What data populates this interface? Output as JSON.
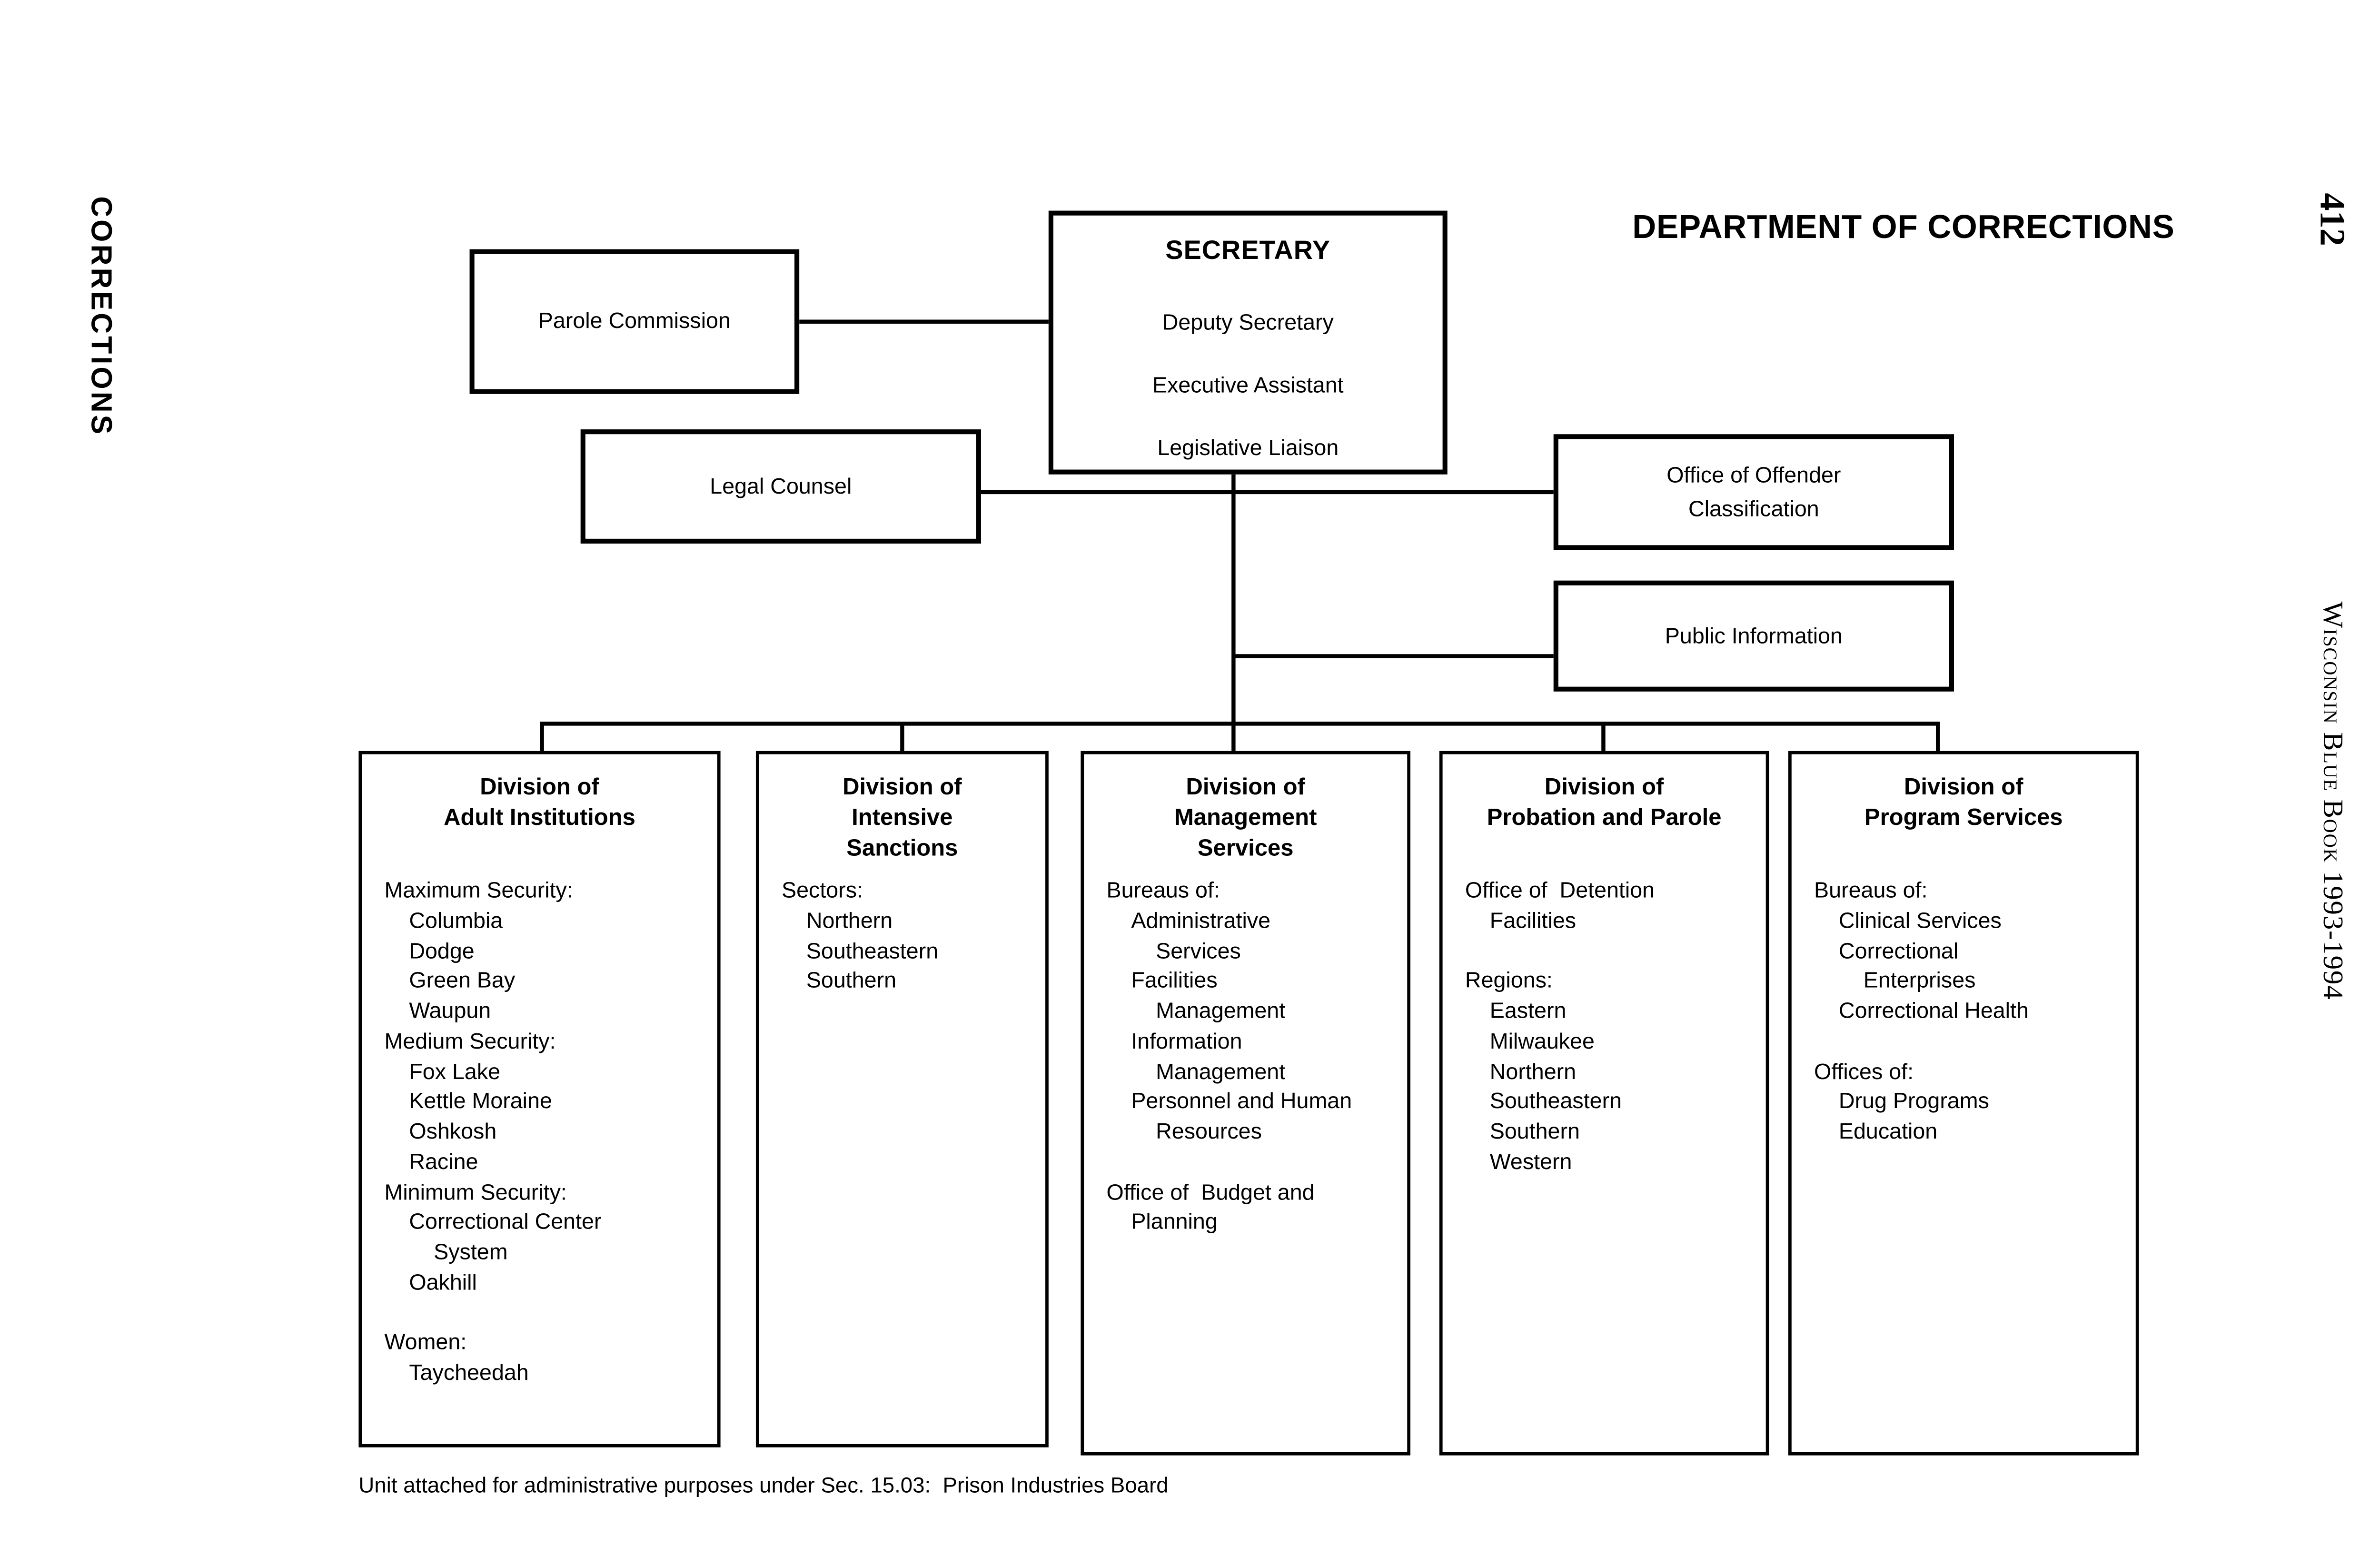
{
  "page": {
    "margin_left_label": "CORRECTIONS",
    "page_number": "412",
    "margin_right_label": "Wisconsin Blue Book 1993-1994",
    "title": "DEPARTMENT OF CORRECTIONS",
    "footnote": "Unit attached for administrative purposes under Sec. 15.03:  Prison Industries Board"
  },
  "colors": {
    "ink": "#000000",
    "paper": "#ffffff"
  },
  "secretary": {
    "title": "SECRETARY",
    "staff": [
      "Deputy Secretary",
      "Executive Assistant",
      "Legislative Liaison"
    ]
  },
  "offices": {
    "parole_commission": "Parole Commission",
    "legal_counsel": "Legal Counsel",
    "offender_classification": "Office of Offender\nClassification",
    "public_information": "Public Information"
  },
  "divisions": [
    {
      "title": "Division of\nAdult Institutions",
      "items": [
        "Maximum Security:",
        "    Columbia",
        "    Dodge",
        "    Green Bay",
        "    Waupun",
        "Medium Security:",
        "    Fox Lake",
        "    Kettle Moraine",
        "    Oshkosh",
        "    Racine",
        "Minimum Security:",
        "    Correctional Center",
        "        System",
        "    Oakhill",
        "",
        "Women:",
        "    Taycheedah"
      ]
    },
    {
      "title": "Division of\nIntensive\nSanctions",
      "items": [
        "Sectors:",
        "    Northern",
        "    Southeastern",
        "    Southern"
      ]
    },
    {
      "title": "Division of\nManagement\nServices",
      "items": [
        "Bureaus of:",
        "    Administrative",
        "        Services",
        "    Facilities",
        "        Management",
        "    Information",
        "        Management",
        "    Personnel and Human",
        "        Resources",
        "",
        "Office of  Budget and",
        "    Planning"
      ]
    },
    {
      "title": "Division of\nProbation and Parole",
      "items": [
        "Office of  Detention",
        "    Facilities",
        "",
        "Regions:",
        "    Eastern",
        "    Milwaukee",
        "    Northern",
        "    Southeastern",
        "    Southern",
        "    Western"
      ]
    },
    {
      "title": "Division of\nProgram Services",
      "items": [
        "Bureaus of:",
        "    Clinical Services",
        "    Correctional",
        "        Enterprises",
        "    Correctional Health",
        "",
        "Offices of:",
        "    Drug Programs",
        "    Education"
      ]
    }
  ]
}
